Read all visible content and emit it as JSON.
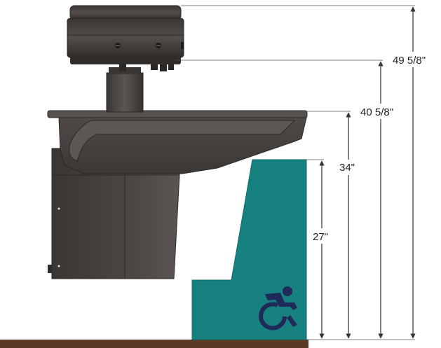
{
  "dimensions": [
    {
      "id": "overall",
      "label": "49 5/8\""
    },
    {
      "id": "sprayhead",
      "label": "40 5/8\""
    },
    {
      "id": "bowl-rim",
      "label": "34\""
    },
    {
      "id": "knee-clearance",
      "label": "27\""
    }
  ],
  "icons": {
    "accessibility": "wheelchair-accessibility-icon"
  },
  "colors": {
    "fixture": "#4a4644",
    "fixture_dark": "#2e2b29",
    "clearance_zone": "#17817f",
    "floor": "#5a3a24",
    "icon": "#1f2a5a",
    "dimension_line": "#333333"
  }
}
